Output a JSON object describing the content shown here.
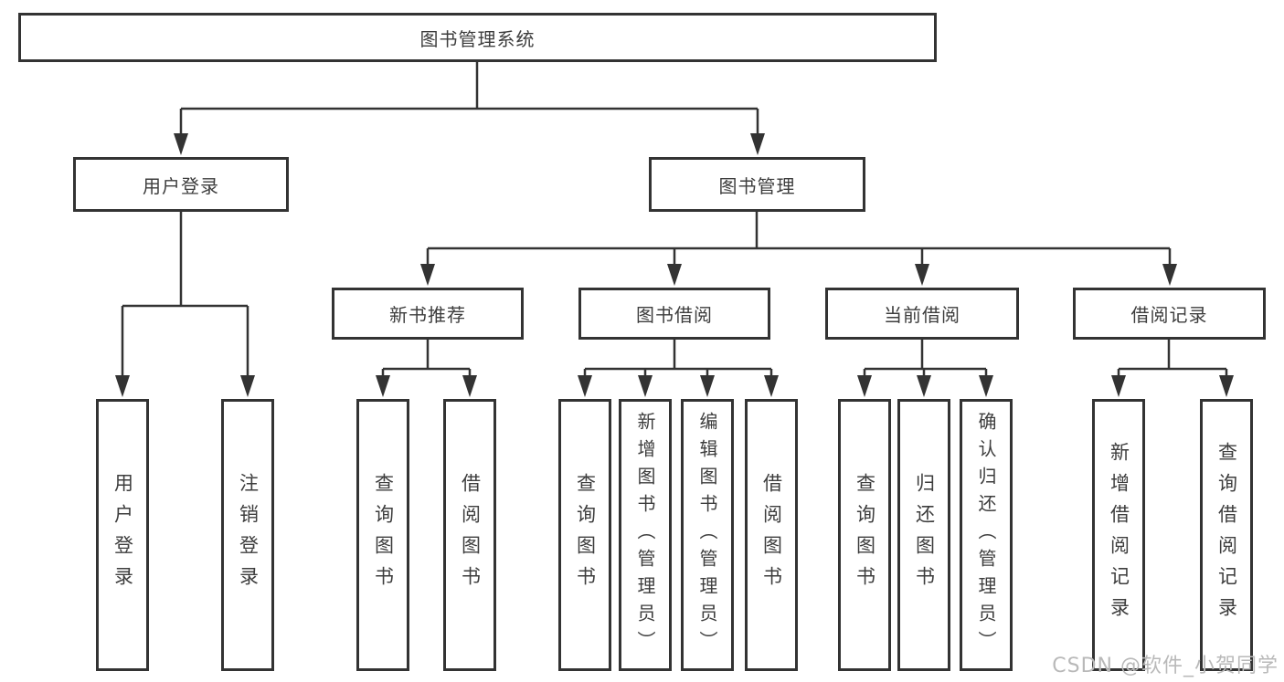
{
  "diagram": {
    "root": {
      "label": "图书管理系统"
    },
    "level2": [
      {
        "label": "用户登录"
      },
      {
        "label": "图书管理"
      }
    ],
    "level3": [
      {
        "label": "新书推荐",
        "parent": "图书管理"
      },
      {
        "label": "图书借阅",
        "parent": "图书管理"
      },
      {
        "label": "当前借阅",
        "parent": "图书管理"
      },
      {
        "label": "借阅记录",
        "parent": "图书管理"
      }
    ],
    "leaves": [
      {
        "label": "用户登录",
        "parent": "用户登录"
      },
      {
        "label": "注销登录",
        "parent": "用户登录"
      },
      {
        "label": "查询图书",
        "parent": "新书推荐"
      },
      {
        "label": "借阅图书",
        "parent": "新书推荐"
      },
      {
        "label": "查询图书",
        "parent": "图书借阅"
      },
      {
        "label": "新增图书（管理员）",
        "parent": "图书借阅"
      },
      {
        "label": "编辑图书（管理员）",
        "parent": "图书借阅"
      },
      {
        "label": "借阅图书",
        "parent": "图书借阅"
      },
      {
        "label": "查询图书",
        "parent": "当前借阅"
      },
      {
        "label": "归还图书",
        "parent": "当前借阅"
      },
      {
        "label": "确认归还（管理员）",
        "parent": "当前借阅"
      },
      {
        "label": "新增借阅记录",
        "parent": "借阅记录"
      },
      {
        "label": "查询借阅记录",
        "parent": "借阅记录"
      }
    ]
  },
  "watermark": {
    "text": "CSDN @软件_小贺同学"
  },
  "colors": {
    "line": "#333333",
    "text": "#3d3d3d",
    "background": "#ffffff",
    "watermark": "#b9b9b9"
  }
}
